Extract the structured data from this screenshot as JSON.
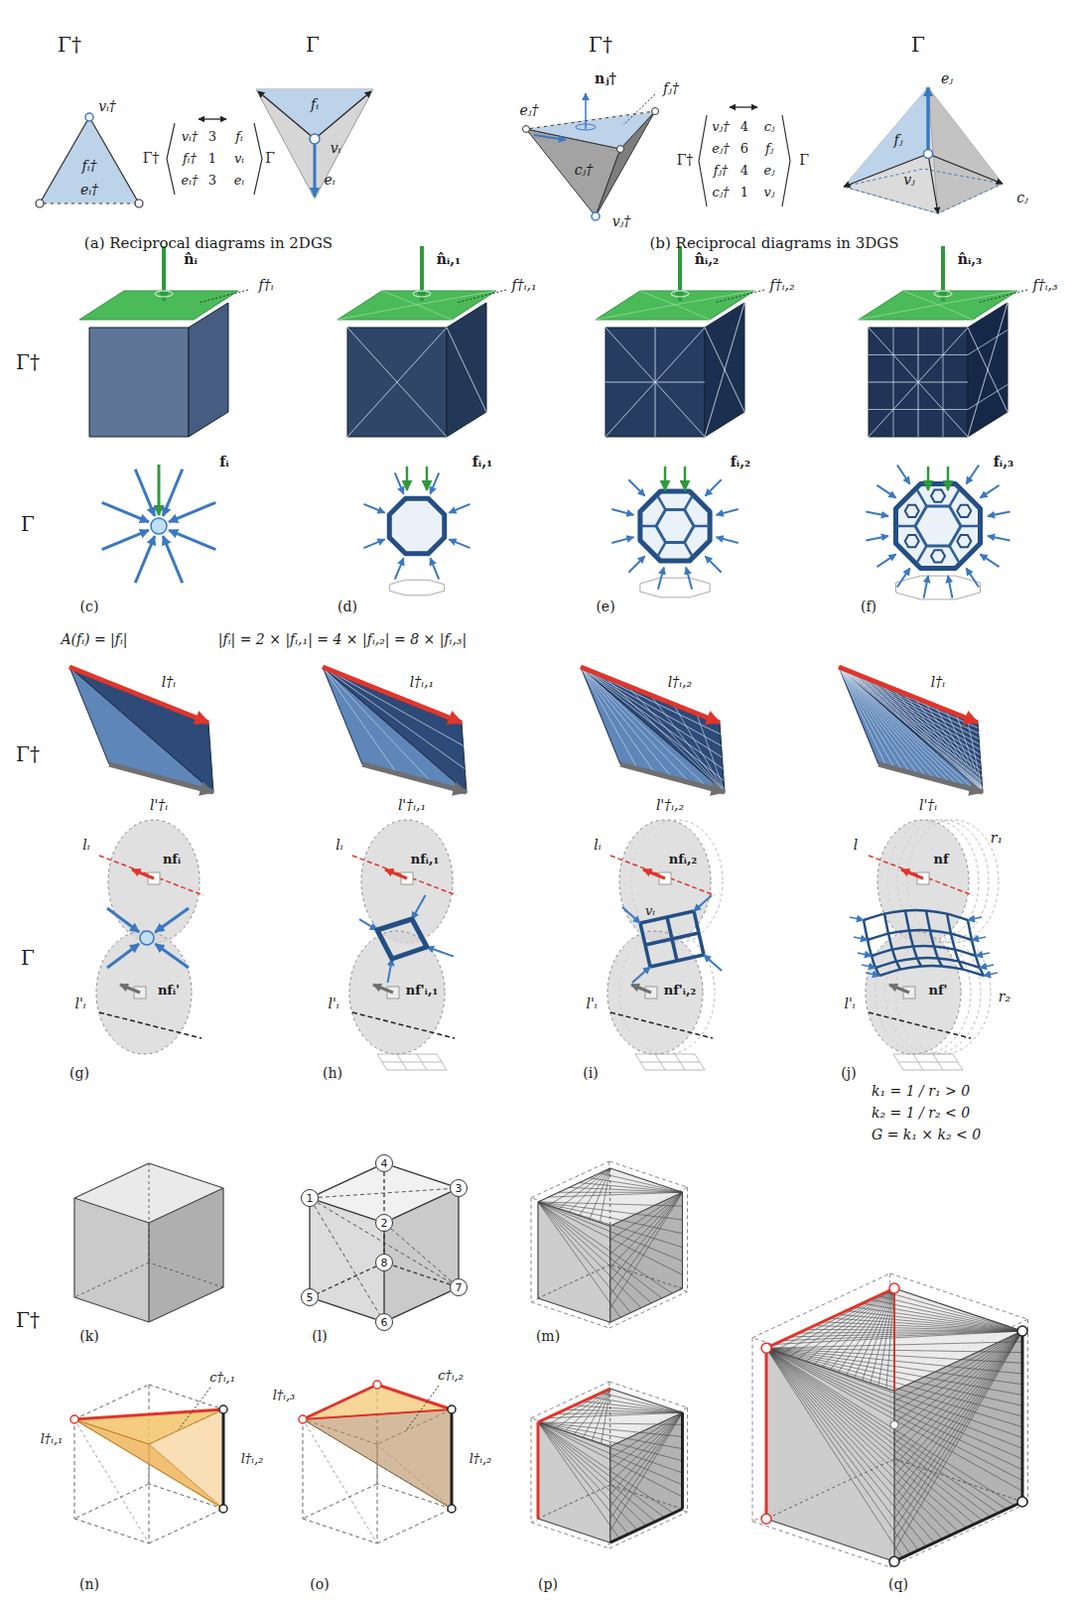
{
  "diagram": {
    "nodes": [
      {
        "text": [
          "1"
        ]
      },
      {
        "text": [
          "2"
        ]
      },
      {
        "text": [
          "3"
        ]
      },
      {
        "text": [
          "4"
        ]
      },
      {
        "text": [
          "5"
        ]
      },
      {
        "text": [
          "6"
        ]
      },
      {
        "text": [
          "7"
        ]
      },
      {
        "text": [
          "8"
        ]
      }
    ],
    "edges": [
      {
        "from": 0,
        "to": 3,
        "arrow": "none"
      },
      {
        "from": 3,
        "to": 2,
        "arrow": "none"
      },
      {
        "from": 2,
        "to": 1,
        "arrow": "none"
      },
      {
        "from": 1,
        "to": 0,
        "arrow": "none"
      },
      {
        "from": 0,
        "to": 4,
        "arrow": "none"
      },
      {
        "from": 1,
        "to": 5,
        "arrow": "none"
      },
      {
        "from": 2,
        "to": 6,
        "arrow": "none"
      },
      {
        "from": 3,
        "to": 7,
        "arrow": "none"
      },
      {
        "from": 4,
        "to": 5,
        "arrow": "none"
      },
      {
        "from": 5,
        "to": 6,
        "arrow": "none"
      },
      {
        "from": 6,
        "to": 7,
        "arrow": "none"
      },
      {
        "from": 7,
        "to": 4,
        "arrow": "none"
      },
      {
        "from": 0,
        "to": 2,
        "arrow": "none"
      },
      {
        "from": 0,
        "to": 6,
        "arrow": "none"
      },
      {
        "from": 0,
        "to": 5,
        "arrow": "none"
      },
      {
        "from": 1,
        "to": 6,
        "arrow": "none"
      }
    ],
    "labels": [
      "Γ†",
      "Γ",
      "Γ†",
      "Γ",
      "vᵢ†",
      "fᵢ†",
      "eᵢ†",
      "Γ†",
      "vᵢ†",
      "3",
      "fᵢ",
      "fᵢ†",
      "1",
      "vᵢ",
      "eᵢ†",
      "3",
      "eᵢ",
      "Γ",
      "fᵢ",
      "vᵢ",
      "eᵢ",
      "(a) Reciprocal diagrams in 2DGS",
      "eⱼ†",
      "nⱼ†",
      "fⱼ†",
      "cⱼ†",
      "vⱼ†",
      "Γ†",
      "vⱼ†",
      "4",
      "cⱼ",
      "eⱼ†",
      "6",
      "fⱼ",
      "fⱼ†",
      "4",
      "eⱼ",
      "cⱼ†",
      "1",
      "vⱼ",
      "Γ",
      "eⱼ",
      "fⱼ",
      "vⱼ",
      "cⱼ",
      "(b) Reciprocal diagrams in 3DGS",
      "Γ†",
      "Γ",
      "n̂ᵢ",
      "f†ᵢ",
      "fᵢ",
      "(c)",
      "n̂ᵢ,₁",
      "f†ᵢ,₁",
      "fᵢ,₁",
      "(d)",
      "n̂ᵢ,₂",
      "f†ᵢ,₂",
      "fᵢ,₂",
      "(e)",
      "n̂ᵢ,₃",
      "f†ᵢ,₃",
      "fᵢ,₃",
      "(f)",
      "A(fᵢ) = |fᵢ|",
      "|fᵢ| = 2 × |fᵢ,₁| = 4 × |fᵢ,₂| = 8 × |fᵢ,₃|",
      "Γ†",
      "Γ",
      "l†ᵢ",
      "l'†ᵢ",
      "lᵢ",
      "nfᵢ",
      "l'ᵢ",
      "nfᵢ'",
      "(g)",
      "l†ᵢ,₁",
      "l'†ᵢ,₁",
      "lᵢ",
      "nfᵢ,₁",
      "l'ᵢ",
      "nf'ᵢ,₁",
      "(h)",
      "l†ᵢ,₂",
      "l'†ᵢ,₂",
      "lᵢ",
      "nfᵢ,₂",
      "vᵢ",
      "l'ᵢ",
      "nf'ᵢ,₂",
      "(i)",
      "l†ᵢ",
      "l'†ᵢ",
      "r₁",
      "l",
      "nf",
      "l'ᵢ",
      "nf'",
      "r₂",
      "(j)",
      "k₁ = 1 / r₁ > 0",
      "k₂ = 1 / r₂ < 0",
      "G = k₁ × k₂ < 0",
      "Γ†",
      "(k)",
      "(l)",
      "(m)",
      "c†ᵢ,₁",
      "l†ᵢ,₁",
      "l†ᵢ,₂",
      "c†ᵢ,₂",
      "l†ᵢ,₃",
      "l†ᵢ,₂",
      "(n)",
      "(o)",
      "(p)",
      "(q)"
    ]
  }
}
